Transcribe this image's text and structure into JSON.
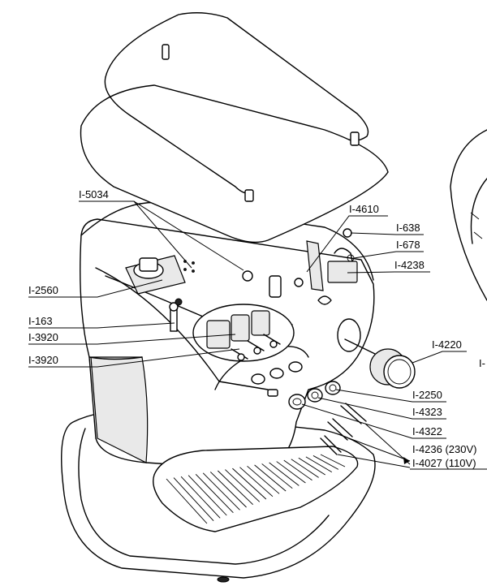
{
  "labels": {
    "l5034": "I-5034",
    "l4610": "I-4610",
    "l638": "I-638",
    "l678": "I-678",
    "l4238": "I-4238",
    "l2560": "I-2560",
    "l163": "I-163",
    "l3920a": "I-3920",
    "l3920b": "I-3920",
    "l4220": "I-4220",
    "l2250": "I-2250",
    "l4323": "I-4323",
    "l4322": "I-4322",
    "l4236": "I-4236 (230V)",
    "l4027": "I-4027 (110V)",
    "lcut": "I-"
  }
}
